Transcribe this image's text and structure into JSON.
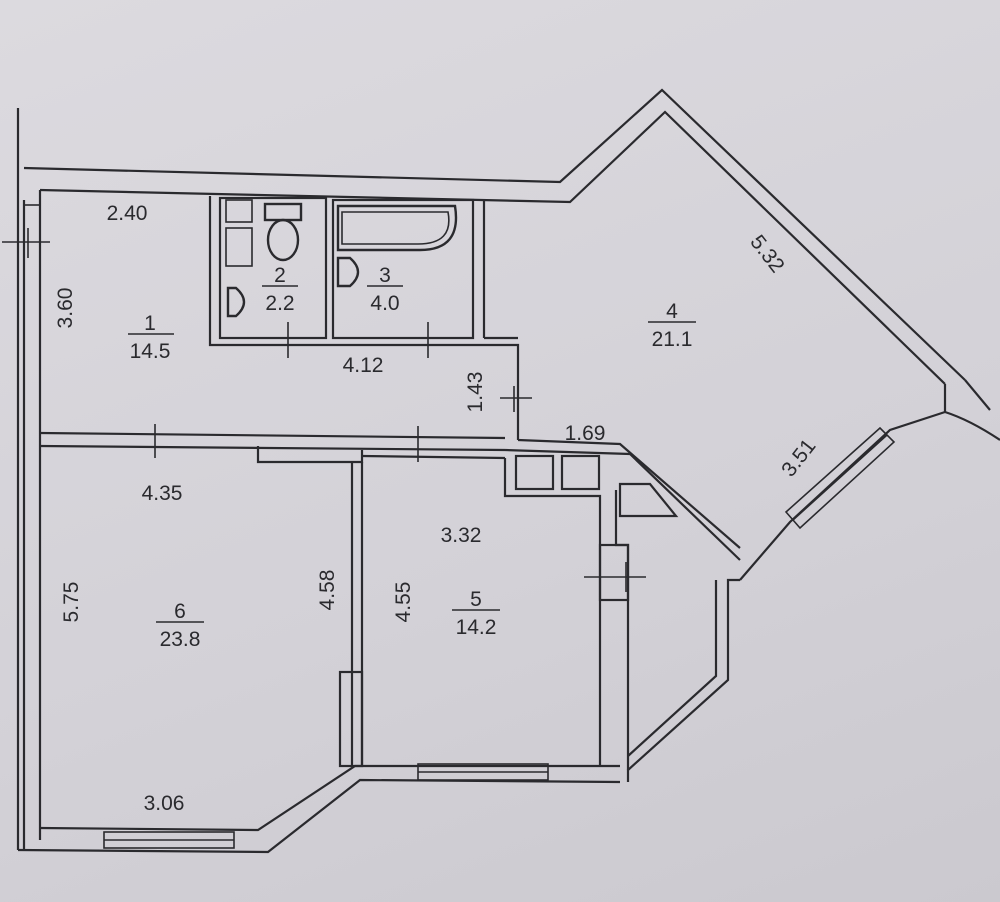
{
  "rooms": [
    {
      "number": "1",
      "area": "14.5"
    },
    {
      "number": "2",
      "area": "2.2"
    },
    {
      "number": "3",
      "area": "4.0"
    },
    {
      "number": "4",
      "area": "21.1"
    },
    {
      "number": "5",
      "area": "14.2"
    },
    {
      "number": "6",
      "area": "23.8"
    }
  ],
  "dimensions": {
    "r1_top": "2.40",
    "r1_left": "3.60",
    "corridor_length": "4.12",
    "corridor_height": "1.43",
    "hall_width": "1.69",
    "r4_diagonal_top": "5.32",
    "r4_diagonal_bottom": "3.51",
    "r6_top": "4.35",
    "r6_left": "5.75",
    "r6_right": "4.58",
    "r6_bottom": "3.06",
    "r5_top": "3.32",
    "r5_left": "4.55"
  }
}
